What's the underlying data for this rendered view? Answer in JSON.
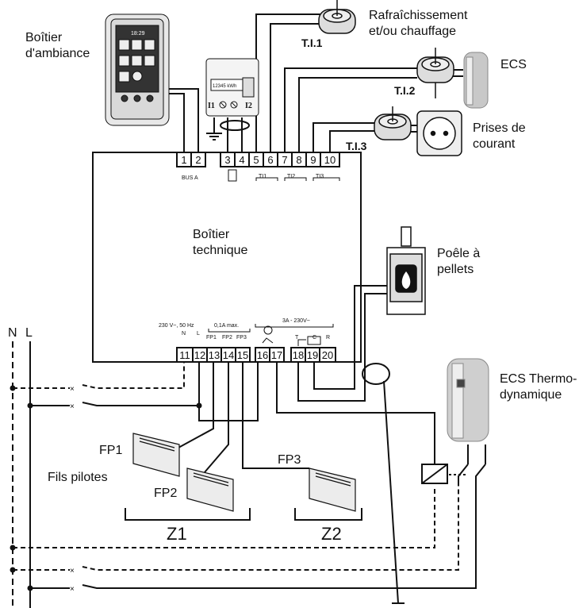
{
  "labels": {
    "ambient_box": "Boîtier\nd'ambiance",
    "cooling_heating": "Rafraîchissement\net/ou chauffage",
    "ti1": "T.I.1",
    "ti2": "T.I.2",
    "ti3": "T.I.3",
    "ecs": "ECS",
    "sockets": "Prises de\ncourant",
    "technical_box": "Boîtier\ntechnique",
    "pellet_stove": "Poêle à\npellets",
    "ecs_thermo": "ECS Thermo-\ndynamique",
    "pilot_wires": "Fils pilotes",
    "fp1": "FP1",
    "fp2": "FP2",
    "fp3": "FP3",
    "z1": "Z1",
    "z2": "Z2",
    "neutral": "N",
    "line": "L",
    "bus_a": "BUS A",
    "ti1_small": "TI1",
    "ti2_small": "TI2",
    "ti3_small": "TI3",
    "supply": "230 V~, 50 Hz",
    "supply_n": "N",
    "supply_l": "L",
    "fp_max": "0,1A max.",
    "fp1_small": "FP1",
    "fp2_small": "FP2",
    "fp3_small": "FP3",
    "relay_rating": "3A - 230V~",
    "t_small": "T",
    "c_small": "C",
    "r_small": "R",
    "meter_i1": "I1",
    "meter_i2": "I2",
    "meter_reading": "12345 kWh",
    "display_time": "18:29"
  },
  "terminals": [
    "1",
    "2",
    "3",
    "4",
    "5",
    "6",
    "7",
    "8",
    "9",
    "10",
    "11",
    "12",
    "13",
    "14",
    "15",
    "16",
    "17",
    "18",
    "19",
    "20"
  ],
  "icons": [
    "fire-icon",
    "gear-icon",
    "socket-icon",
    "ground-icon",
    "relay-coil-icon"
  ]
}
